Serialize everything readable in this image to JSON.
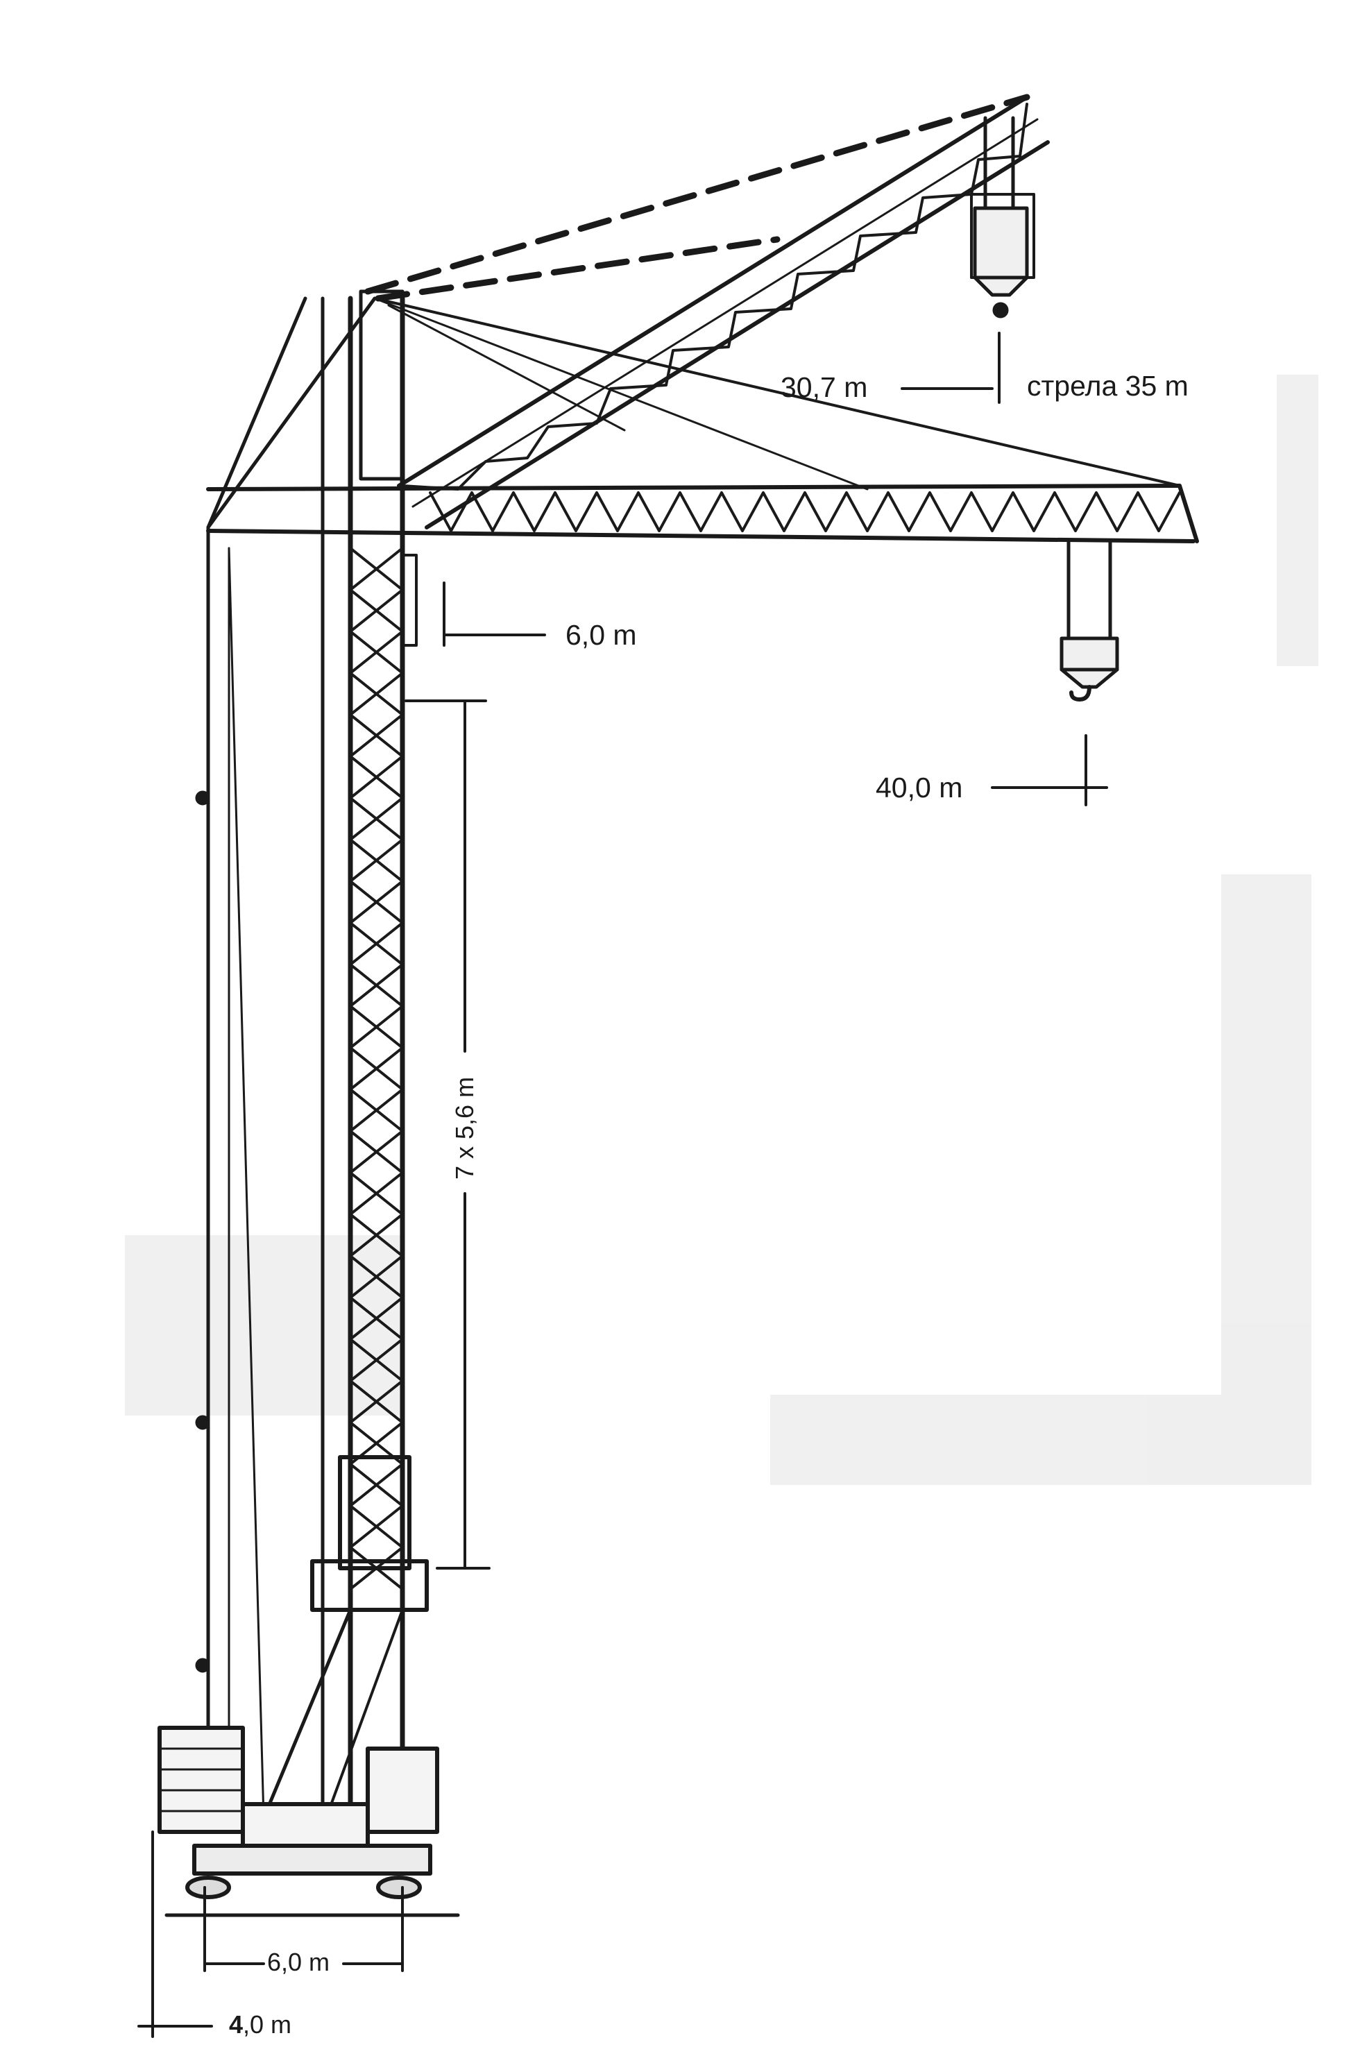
{
  "labels": {
    "boom_radius": "30,7 m",
    "boom_length": "стрела 35 m",
    "min_radius": "6,0 m",
    "max_radius": "40,0 m",
    "tower_sections": "7 x 5,6 m",
    "track_gauge": "6,0 m",
    "base_prefix": "4",
    "base_suffix": ",0 m"
  },
  "colors": {
    "ink": "#1a1a1a",
    "shade": "#e4e4e4"
  }
}
